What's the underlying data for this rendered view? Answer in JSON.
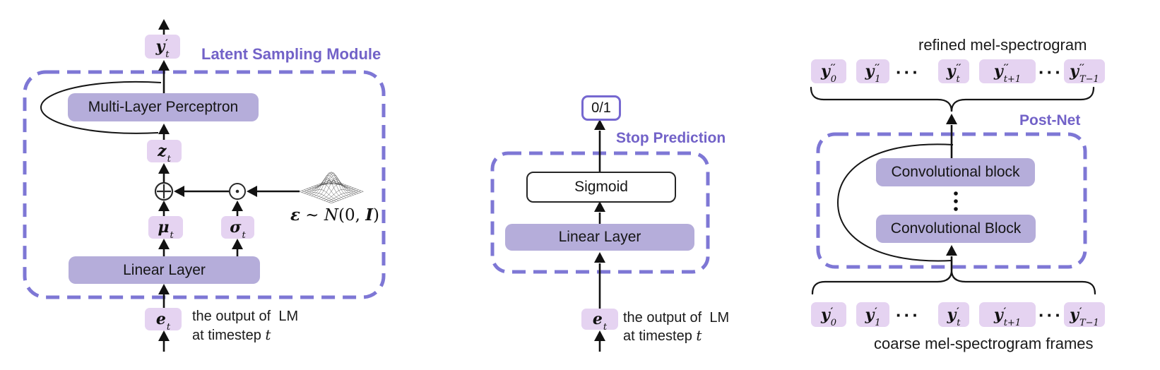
{
  "colors": {
    "accent_purple_title": "#7262c8",
    "dash_purple_border": "#7e77d5",
    "small_box_fill": "#e5d3f1",
    "large_box_fill": "#b5adda",
    "stroke_black": "#121212"
  },
  "icons": {
    "sum": "circled-plus",
    "product": "circled-dot",
    "noise_surface": "gaussian-3d-wireframe",
    "vertical_ellipsis": "three-vertical-dots"
  },
  "modules": {
    "latent_sampling": {
      "title": "Latent Sampling Module",
      "mlp_label": "Multi-Layer Perceptron",
      "linear_label": "Linear Layer",
      "tokens": {
        "output": {
          "base": "y",
          "sup": "′",
          "sub": "t"
        },
        "latent": {
          "base": "z",
          "sub": "t"
        },
        "mu": {
          "base": "μ",
          "sub": "t"
        },
        "sigma": {
          "base": "σ",
          "sub": "t"
        },
        "input": {
          "base": "e",
          "sub": "t"
        }
      },
      "caption_line1": "the output of  LM",
      "caption_prefix": "at timestep ",
      "caption_var": "t",
      "noise": {
        "epsilon": "ε",
        "sim": " ~ ",
        "dist": "N",
        "args_open": "(0, ",
        "identity": "I",
        "args_close": ")"
      }
    },
    "stop_prediction": {
      "title": "Stop Prediction",
      "output_label": "0/1",
      "sigmoid_label": "Sigmoid",
      "linear_label": "Linear Layer",
      "tokens": {
        "input": {
          "base": "e",
          "sub": "t"
        }
      },
      "caption_line1": "the output of  LM",
      "caption_prefix": "at timestep ",
      "caption_var": "t"
    },
    "post_net": {
      "title": "Post-Net",
      "refined_caption": "refined mel-spectrogram",
      "coarse_caption": "coarse mel-spectrogram frames",
      "conv_block_top": "Convolutional block",
      "conv_block_bottom": "Convolutional Block",
      "refined_row": [
        {
          "base": "y",
          "sup": "′′",
          "sub": "0"
        },
        {
          "base": "y",
          "sup": "′′",
          "sub": "1"
        },
        {
          "dots": "···"
        },
        {
          "base": "y",
          "sup": "′′",
          "sub": "t"
        },
        {
          "base": "y",
          "sup": "′′",
          "sub": "t+1"
        },
        {
          "dots": "···"
        },
        {
          "base": "y",
          "sup": "′′",
          "sub": "T−1"
        }
      ],
      "coarse_row": [
        {
          "base": "y",
          "sup": "′",
          "sub": "0"
        },
        {
          "base": "y",
          "sup": "′",
          "sub": "1"
        },
        {
          "dots": "···"
        },
        {
          "base": "y",
          "sup": "′",
          "sub": "t"
        },
        {
          "base": "y",
          "sup": "′",
          "sub": "t+1"
        },
        {
          "dots": "···"
        },
        {
          "base": "y",
          "sup": "′",
          "sub": "T−1"
        }
      ]
    }
  }
}
